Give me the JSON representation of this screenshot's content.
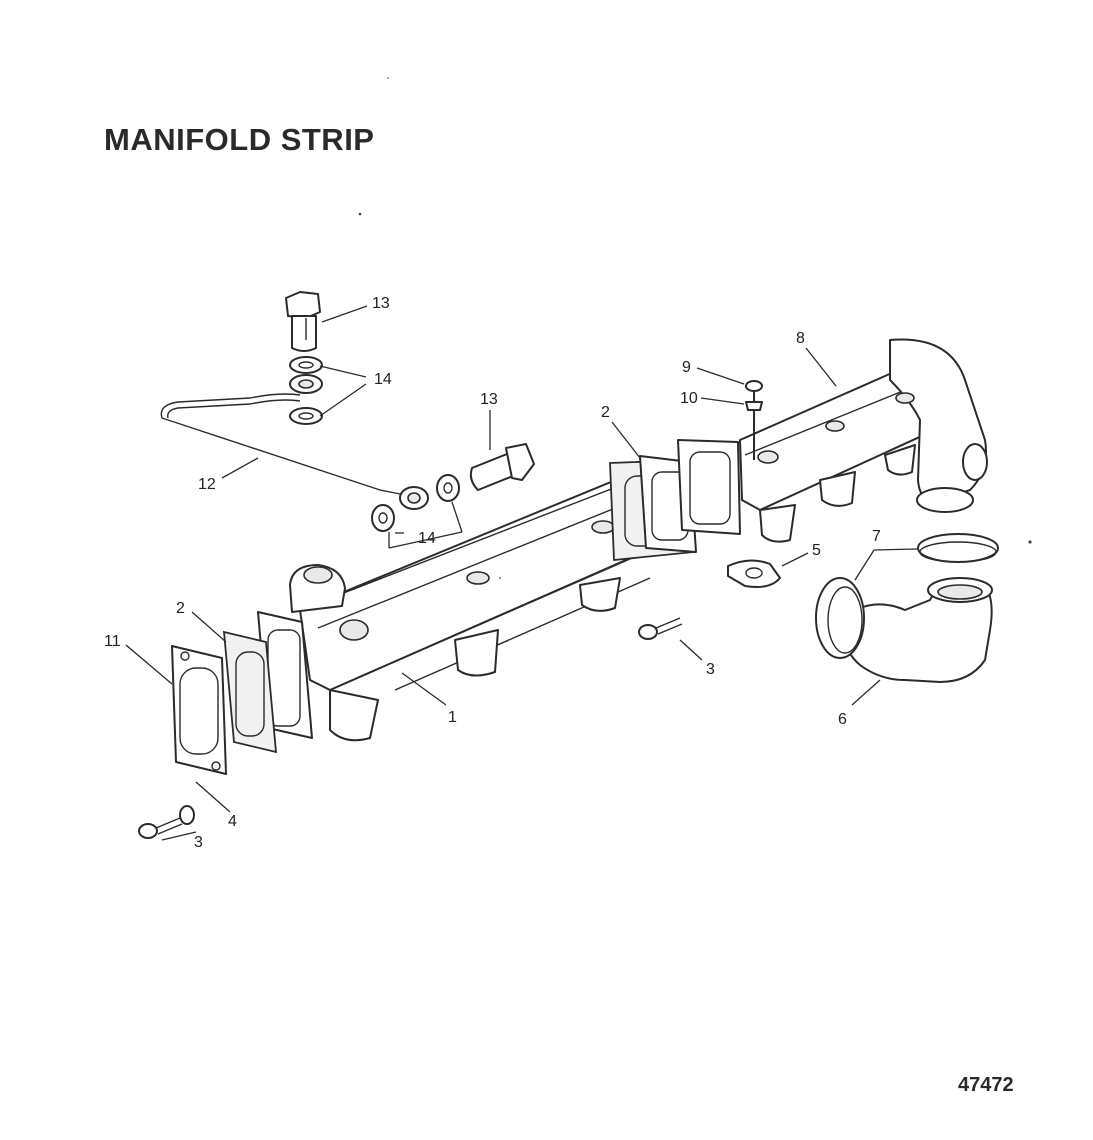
{
  "title": "MANIFOLD STRIP",
  "figure_number": "47472",
  "callouts": {
    "c13a": "13",
    "c14a": "14",
    "c12": "12",
    "c13b": "13",
    "c14b": "14",
    "c2a": "2",
    "c9": "9",
    "c10": "10",
    "c8": "8",
    "c5": "5",
    "c7": "7",
    "c3a": "3",
    "c6": "6",
    "c1": "1",
    "c2b": "2",
    "c11": "11",
    "c4": "4",
    "c3b": "3"
  }
}
